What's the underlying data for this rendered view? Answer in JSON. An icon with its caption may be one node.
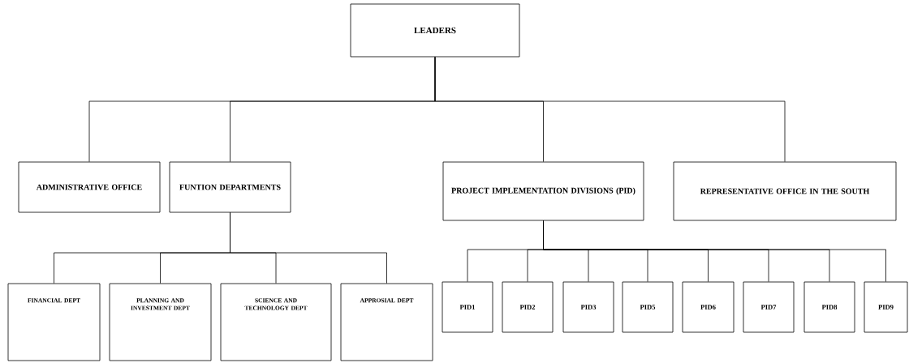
{
  "diagram": {
    "nodes": [
      {
        "text": [
          "LEADERS"
        ]
      },
      {
        "text": [
          "ADMINISTRATIVE OFFICE"
        ]
      },
      {
        "text": [
          "FUNTION DEPARTMENTS"
        ]
      },
      {
        "text": [
          "PROJECT IMPLEMENTATION DIVISIONS (PID)"
        ]
      },
      {
        "text": [
          "REPRESENTATIVE OFFICE IN THE SOUTH"
        ]
      },
      {
        "text": [
          "FINANCIAL DEPT"
        ]
      },
      {
        "text": [
          "PLANNING AND INVESTMENT DEPT"
        ]
      },
      {
        "text": [
          "SCIENCE AND TECHNOLOGY DEPT"
        ]
      },
      {
        "text": [
          "APPROSIAL DEPT"
        ]
      },
      {
        "text": [
          "PID1"
        ]
      },
      {
        "text": [
          "PID2"
        ]
      },
      {
        "text": [
          "PID3"
        ]
      },
      {
        "text": [
          "PID5"
        ]
      },
      {
        "text": [
          "PID6"
        ]
      },
      {
        "text": [
          "PID7"
        ]
      },
      {
        "text": [
          "PID8"
        ]
      },
      {
        "text": [
          "PID9"
        ]
      }
    ],
    "edges": [
      {
        "from": 0,
        "to": 1,
        "arrow": "none"
      },
      {
        "from": 0,
        "to": 2,
        "arrow": "none"
      },
      {
        "from": 0,
        "to": 3,
        "arrow": "none"
      },
      {
        "from": 0,
        "to": 4,
        "arrow": "none"
      },
      {
        "from": 2,
        "to": 5,
        "arrow": "none"
      },
      {
        "from": 2,
        "to": 6,
        "arrow": "none"
      },
      {
        "from": 2,
        "to": 7,
        "arrow": "none"
      },
      {
        "from": 2,
        "to": 8,
        "arrow": "none"
      },
      {
        "from": 3,
        "to": 9,
        "arrow": "none"
      },
      {
        "from": 3,
        "to": 10,
        "arrow": "none"
      },
      {
        "from": 3,
        "to": 11,
        "arrow": "none"
      },
      {
        "from": 3,
        "to": 12,
        "arrow": "none"
      },
      {
        "from": 3,
        "to": 13,
        "arrow": "none"
      },
      {
        "from": 3,
        "to": 14,
        "arrow": "none"
      },
      {
        "from": 3,
        "to": 15,
        "arrow": "none"
      },
      {
        "from": 3,
        "to": 16,
        "arrow": "none"
      }
    ]
  }
}
